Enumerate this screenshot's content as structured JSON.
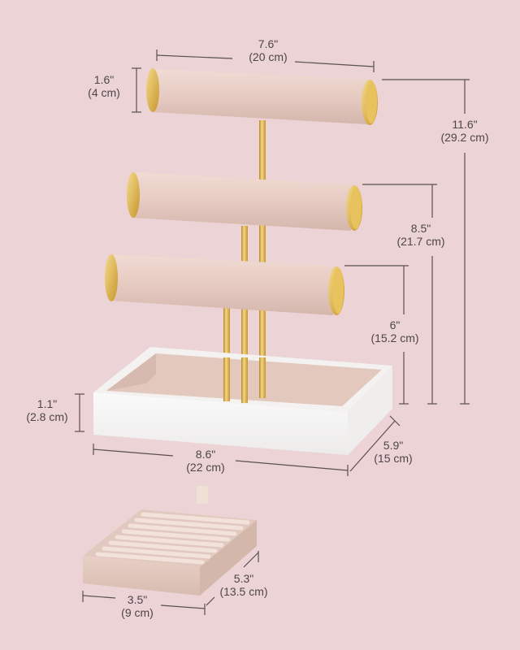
{
  "product": {
    "name": "3-tier jewelry bar stand with tray and ring tray",
    "colors": {
      "background": "#ecd3d6",
      "velvet": "#e9d0c8",
      "velvet_shade": "#d9bcb2",
      "gold": "#d6a93a",
      "gold_light": "#f1d27a",
      "tray_white": "#f7f5f4",
      "tray_inner": "#e3c8bd",
      "dimension_line": "#5a5052"
    }
  },
  "dimensions": {
    "bar_length": {
      "inch": "7.6\"",
      "cm": "(20 cm)"
    },
    "bar_diameter": {
      "inch": "1.6\"",
      "cm": "(4 cm)"
    },
    "total_height": {
      "inch": "11.6\"",
      "cm": "(29.2 cm)"
    },
    "middle_height": {
      "inch": "8.5\"",
      "cm": "(21.7 cm)"
    },
    "lower_height": {
      "inch": "6\"",
      "cm": "(15.2 cm)"
    },
    "tray_height": {
      "inch": "1.1\"",
      "cm": "(2.8 cm)"
    },
    "tray_width": {
      "inch": "8.6\"",
      "cm": "(22 cm)"
    },
    "tray_depth": {
      "inch": "5.9\"",
      "cm": "(15 cm)"
    },
    "ring_tray_depth": {
      "inch": "5.3\"",
      "cm": "(13.5 cm)"
    },
    "ring_tray_width": {
      "inch": "3.5\"",
      "cm": "(9 cm)"
    }
  }
}
